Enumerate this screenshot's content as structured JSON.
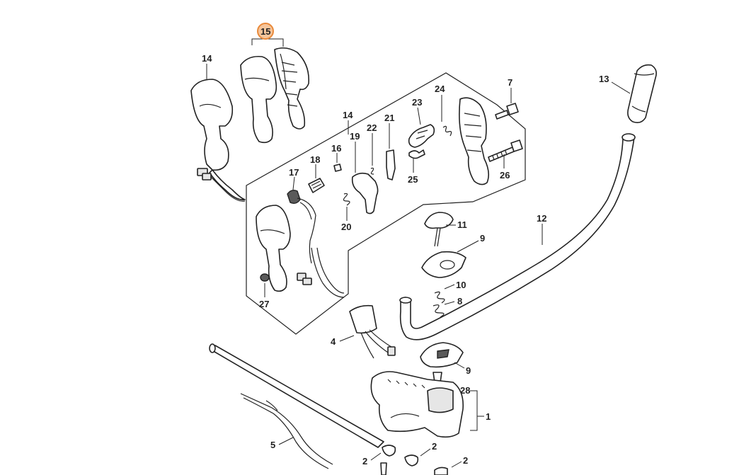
{
  "diagram": {
    "callouts": {
      "c1": "1",
      "c2a": "2",
      "c2b": "2",
      "c2c": "2",
      "c4": "4",
      "c5": "5",
      "c7": "7",
      "c8": "8",
      "c9a": "9",
      "c9b": "9",
      "c10": "10",
      "c11": "11",
      "c12": "12",
      "c13": "13",
      "c14a": "14",
      "c14b": "14",
      "c15": "15",
      "c16": "16",
      "c17": "17",
      "c18": "18",
      "c19": "19",
      "c20": "20",
      "c21": "21",
      "c22": "22",
      "c23": "23",
      "c24": "24",
      "c25": "25",
      "c26": "26",
      "c27": "27",
      "c28": "28"
    },
    "highlighted_callout": "15",
    "colors": {
      "highlight_fill": "#f6c59b",
      "highlight_stroke": "#e98a3b",
      "line": "#222222"
    }
  }
}
